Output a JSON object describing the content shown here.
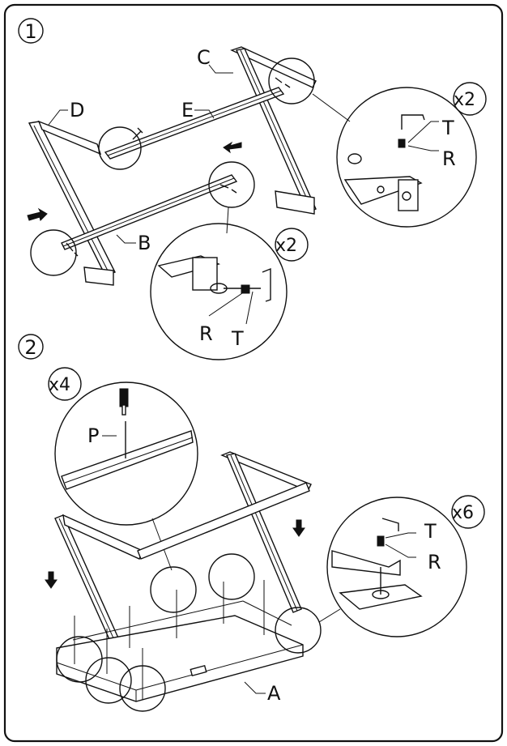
{
  "steps": [
    "1",
    "2"
  ],
  "labels": {
    "c": "C",
    "d": "D",
    "e": "E",
    "b": "B",
    "a": "A",
    "p": "P",
    "r1": "R",
    "t1": "T",
    "r2": "R",
    "t2": "T",
    "r3": "R",
    "t3": "T"
  },
  "multipliers": {
    "step1_top": "x2",
    "step1_bottom": "x2",
    "step2_screw": "x4",
    "step2_bolt": "x6"
  }
}
